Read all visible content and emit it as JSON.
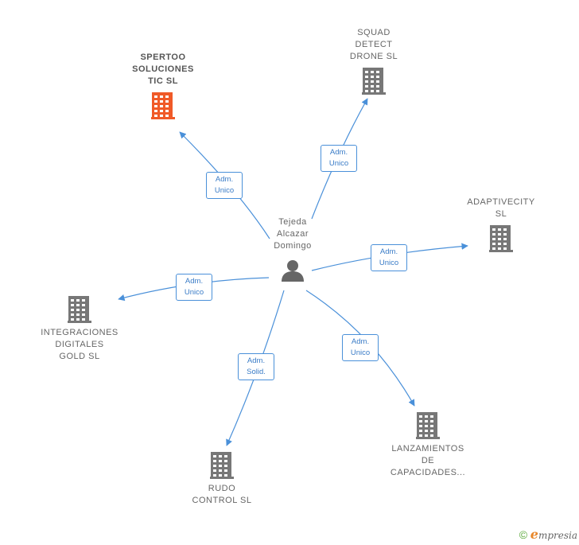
{
  "colors": {
    "edge": "#4a90d9",
    "building_default": "#777777",
    "building_highlight": "#f05a28",
    "person": "#666666"
  },
  "center": {
    "name_lines": [
      "Tejeda",
      "Alcazar",
      "Domingo"
    ],
    "icon": "person-icon"
  },
  "companies": [
    {
      "id": "spertoo",
      "lines": [
        "SPERTOO",
        "SOLUCIONES",
        "TIC  SL"
      ],
      "highlight": true,
      "role_lines": [
        "Adm.",
        "Unico"
      ]
    },
    {
      "id": "squad",
      "lines": [
        "SQUAD",
        "DETECT",
        "DRONE  SL"
      ],
      "highlight": false,
      "role_lines": [
        "Adm.",
        "Unico"
      ]
    },
    {
      "id": "adaptivecity",
      "lines": [
        "ADAPTIVECITY",
        "SL"
      ],
      "highlight": false,
      "role_lines": [
        "Adm.",
        "Unico"
      ]
    },
    {
      "id": "integraciones",
      "lines": [
        "INTEGRACIONES",
        "DIGITALES",
        "GOLD SL"
      ],
      "highlight": false,
      "role_lines": [
        "Adm.",
        "Unico"
      ]
    },
    {
      "id": "lanzamientos",
      "lines": [
        "LANZAMIENTOS",
        "DE",
        "CAPACIDADES..."
      ],
      "highlight": false,
      "role_lines": [
        "Adm.",
        "Unico"
      ]
    },
    {
      "id": "rudo",
      "lines": [
        "RUDO",
        "CONTROL  SL"
      ],
      "highlight": false,
      "role_lines": [
        "Adm.",
        "Solid."
      ]
    }
  ],
  "footer": {
    "copyright": "©",
    "brand_initial": "e",
    "brand_rest": "mpresia"
  }
}
